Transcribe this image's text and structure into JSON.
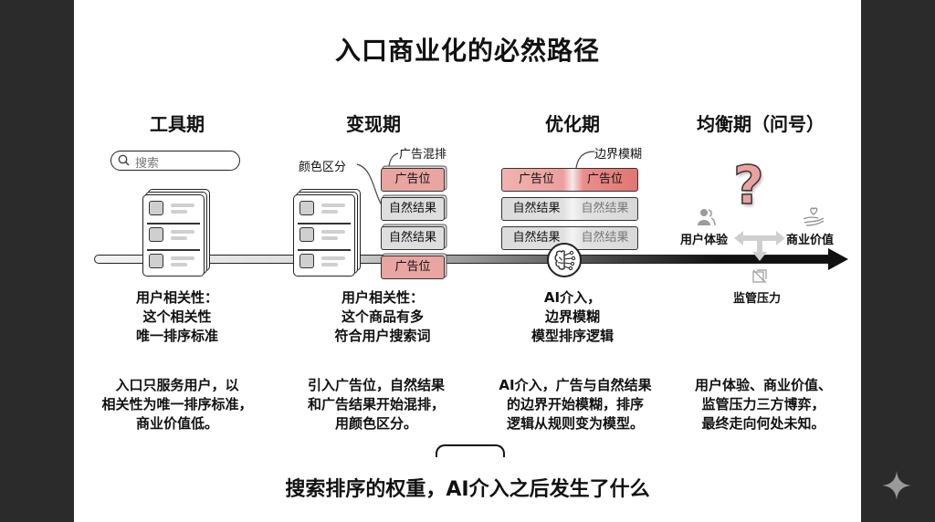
{
  "slide": {
    "title": "入口商业化的必然路径",
    "footer_question": "搜索排序的权重，AI介入之后发生了什么",
    "stages": [
      {
        "title": "工具期",
        "search_placeholder": "搜索",
        "caption": [
          "用户相关性：",
          "这个相关性",
          "唯一排序标准"
        ],
        "description": [
          "入口只服务用户，以",
          "相关性为唯一排序标准，",
          "商业价值低。"
        ]
      },
      {
        "title": "变现期",
        "annotation_color": "颜色区分",
        "annotation_mix": "广告混排",
        "results": [
          "广告位",
          "自然结果",
          "自然结果",
          "广告位"
        ],
        "result_types": [
          "ad",
          "organic",
          "organic",
          "ad"
        ],
        "caption": [
          "用户相关性：",
          "这个商品有多",
          "符合用户搜索词"
        ],
        "description": [
          "引入广告位，自然结果",
          "和广告结果开始混排，",
          "用颜色区分。"
        ]
      },
      {
        "title": "优化期",
        "annotation_blur": "边界模糊",
        "results_left": [
          "广告位",
          "自然结果",
          "自然结果"
        ],
        "results_right": [
          "广告位",
          "自然结果",
          "自然结果"
        ],
        "icon": "brain-circuit-icon",
        "caption": [
          "AI介入，",
          "边界模糊",
          "模型排序逻辑"
        ],
        "description": [
          "AI介入，广告与自然结果",
          "的边界开始模糊，排序",
          "逻辑从规则变为模型。"
        ]
      },
      {
        "title": "均衡期（问号）",
        "question_mark": "?",
        "forces": {
          "user_experience": "用户体验",
          "business_value": "商业价值",
          "regulatory_pressure": "监管压力"
        },
        "description": [
          "用户体验、商业价值、",
          "监管压力三方博弈，",
          "最终走向何处未知。"
        ]
      }
    ]
  },
  "colors": {
    "ad_fill": "#e8a5a2",
    "organic_fill": "#dedede",
    "question_mark": "#eba29f",
    "frame": "#2b2b2b"
  }
}
